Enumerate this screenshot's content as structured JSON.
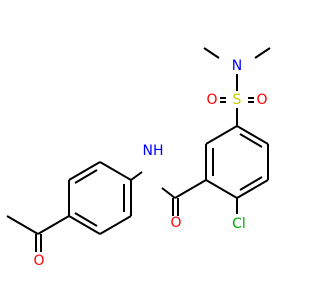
{
  "colors": {
    "bond": "#000000",
    "N": "#0000ff",
    "O": "#ff0000",
    "S": "#cccc00",
    "Cl": "#00aa00"
  },
  "atoms": {
    "n_top": {
      "element": "N",
      "text": "N"
    },
    "s": {
      "element": "S",
      "text": "S"
    },
    "o_left": {
      "element": "O",
      "text": "O"
    },
    "o_right": {
      "element": "O",
      "text": "O"
    },
    "nh": {
      "element": "N",
      "text": "NH"
    },
    "o_amide": {
      "element": "O",
      "text": "O"
    },
    "cl": {
      "element": "Cl",
      "text": "Cl"
    },
    "o_ketone": {
      "element": "O",
      "text": "O"
    }
  }
}
